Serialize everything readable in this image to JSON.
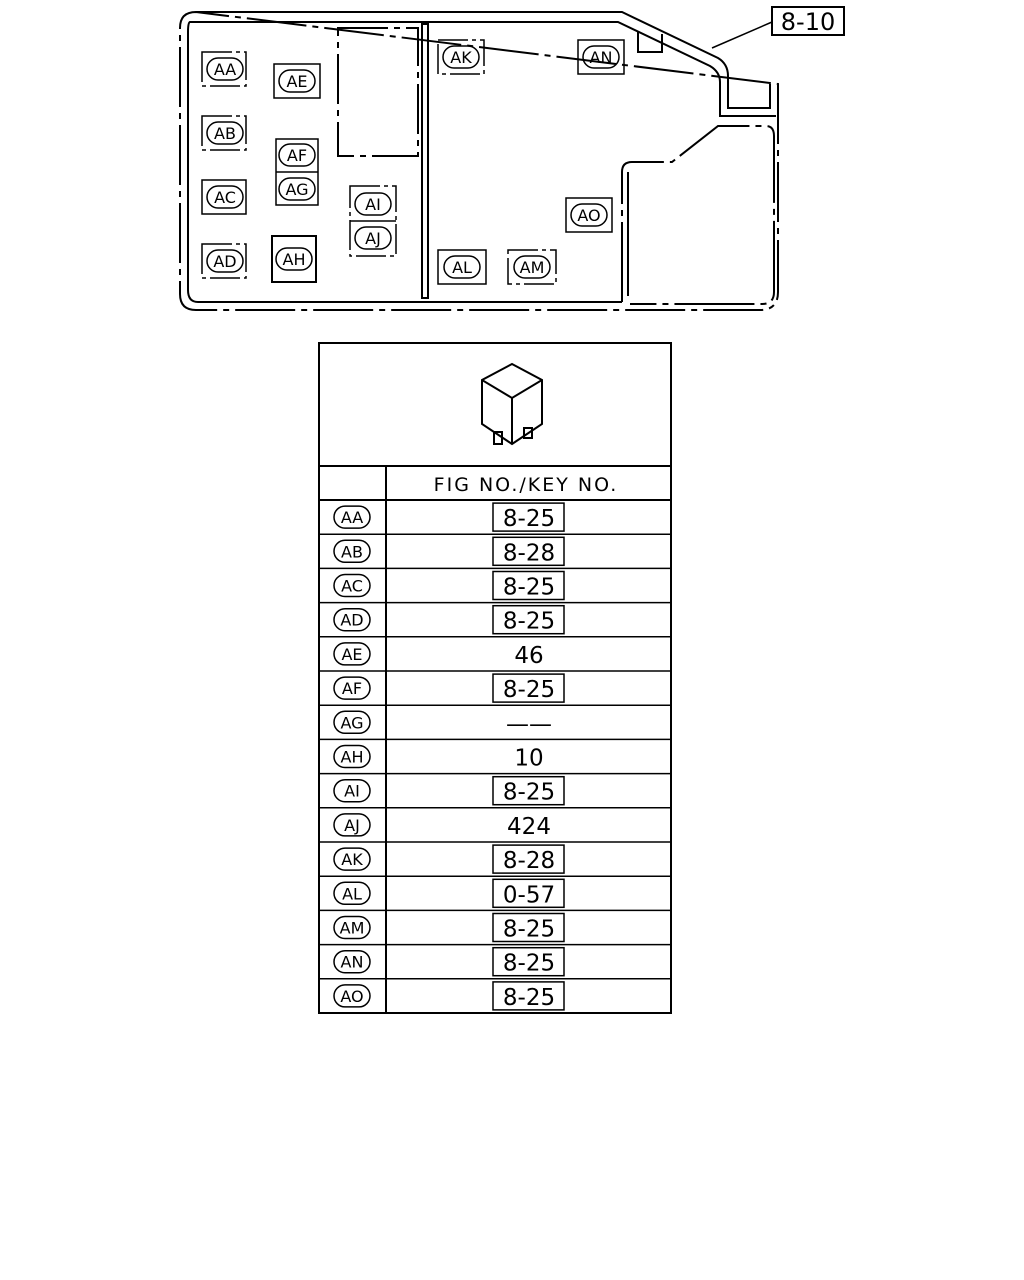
{
  "ref_box": "8-10",
  "fuse_block": {
    "sockets": [
      {
        "id": "AA"
      },
      {
        "id": "AB"
      },
      {
        "id": "AC"
      },
      {
        "id": "AD"
      },
      {
        "id": "AE"
      },
      {
        "id": "AF"
      },
      {
        "id": "AG"
      },
      {
        "id": "AH"
      },
      {
        "id": "AI"
      },
      {
        "id": "AJ"
      },
      {
        "id": "AK"
      },
      {
        "id": "AL"
      },
      {
        "id": "AM"
      },
      {
        "id": "AN"
      },
      {
        "id": "AO"
      }
    ]
  },
  "table": {
    "header": "FIG NO./KEY NO.",
    "rows": [
      {
        "id": "AA",
        "ref": "8-25",
        "boxed": true
      },
      {
        "id": "AB",
        "ref": "8-28",
        "boxed": true
      },
      {
        "id": "AC",
        "ref": "8-25",
        "boxed": true
      },
      {
        "id": "AD",
        "ref": "8-25",
        "boxed": true
      },
      {
        "id": "AE",
        "ref": "46",
        "boxed": false
      },
      {
        "id": "AF",
        "ref": "8-25",
        "boxed": true
      },
      {
        "id": "AG",
        "ref": "——",
        "boxed": false
      },
      {
        "id": "AH",
        "ref": "10",
        "boxed": false
      },
      {
        "id": "AI",
        "ref": "8-25",
        "boxed": true
      },
      {
        "id": "AJ",
        "ref": "424",
        "boxed": false
      },
      {
        "id": "AK",
        "ref": "8-28",
        "boxed": true
      },
      {
        "id": "AL",
        "ref": "0-57",
        "boxed": true
      },
      {
        "id": "AM",
        "ref": "8-25",
        "boxed": true
      },
      {
        "id": "AN",
        "ref": "8-25",
        "boxed": true
      },
      {
        "id": "AO",
        "ref": "8-25",
        "boxed": true
      }
    ]
  }
}
